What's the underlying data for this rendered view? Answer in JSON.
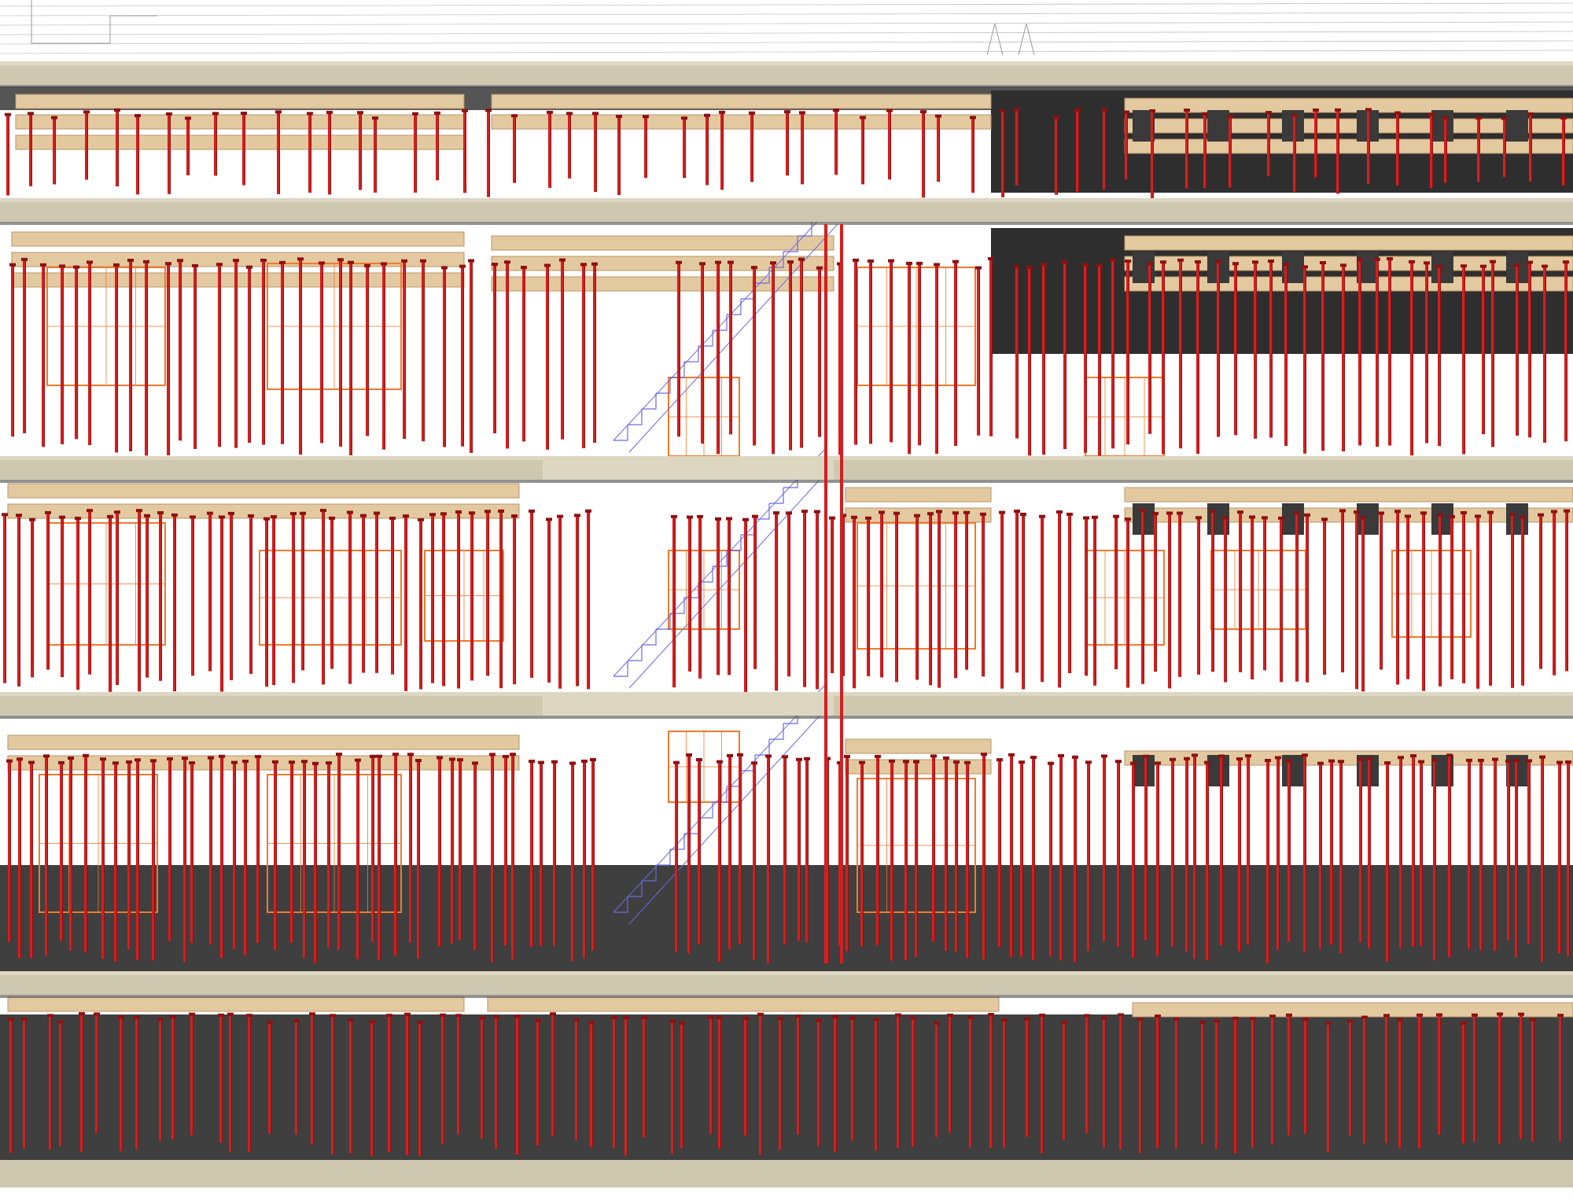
{
  "colors": {
    "background": "#ffffff",
    "slab_face": "#cfc8b0",
    "slab_top": "#ddd7c2",
    "slab_shadow": "#4a4a4a",
    "floor_dark": "#3f3f3f",
    "timber_beam": "#e3c9a0",
    "timber_beam_edge": "#b89468",
    "prop_red": "#d41f1f",
    "prop_red_dark": "#8f1010",
    "formwork_orange": "#f07a2a",
    "stair_blue": "#6a6ae0",
    "guide_line": "#9a9a9a"
  },
  "icons": {
    "slab": "concrete-slab",
    "prop": "shoring-prop",
    "beam": "timber-beam",
    "stair": "stair-wireframe",
    "window": "window-frame"
  }
}
